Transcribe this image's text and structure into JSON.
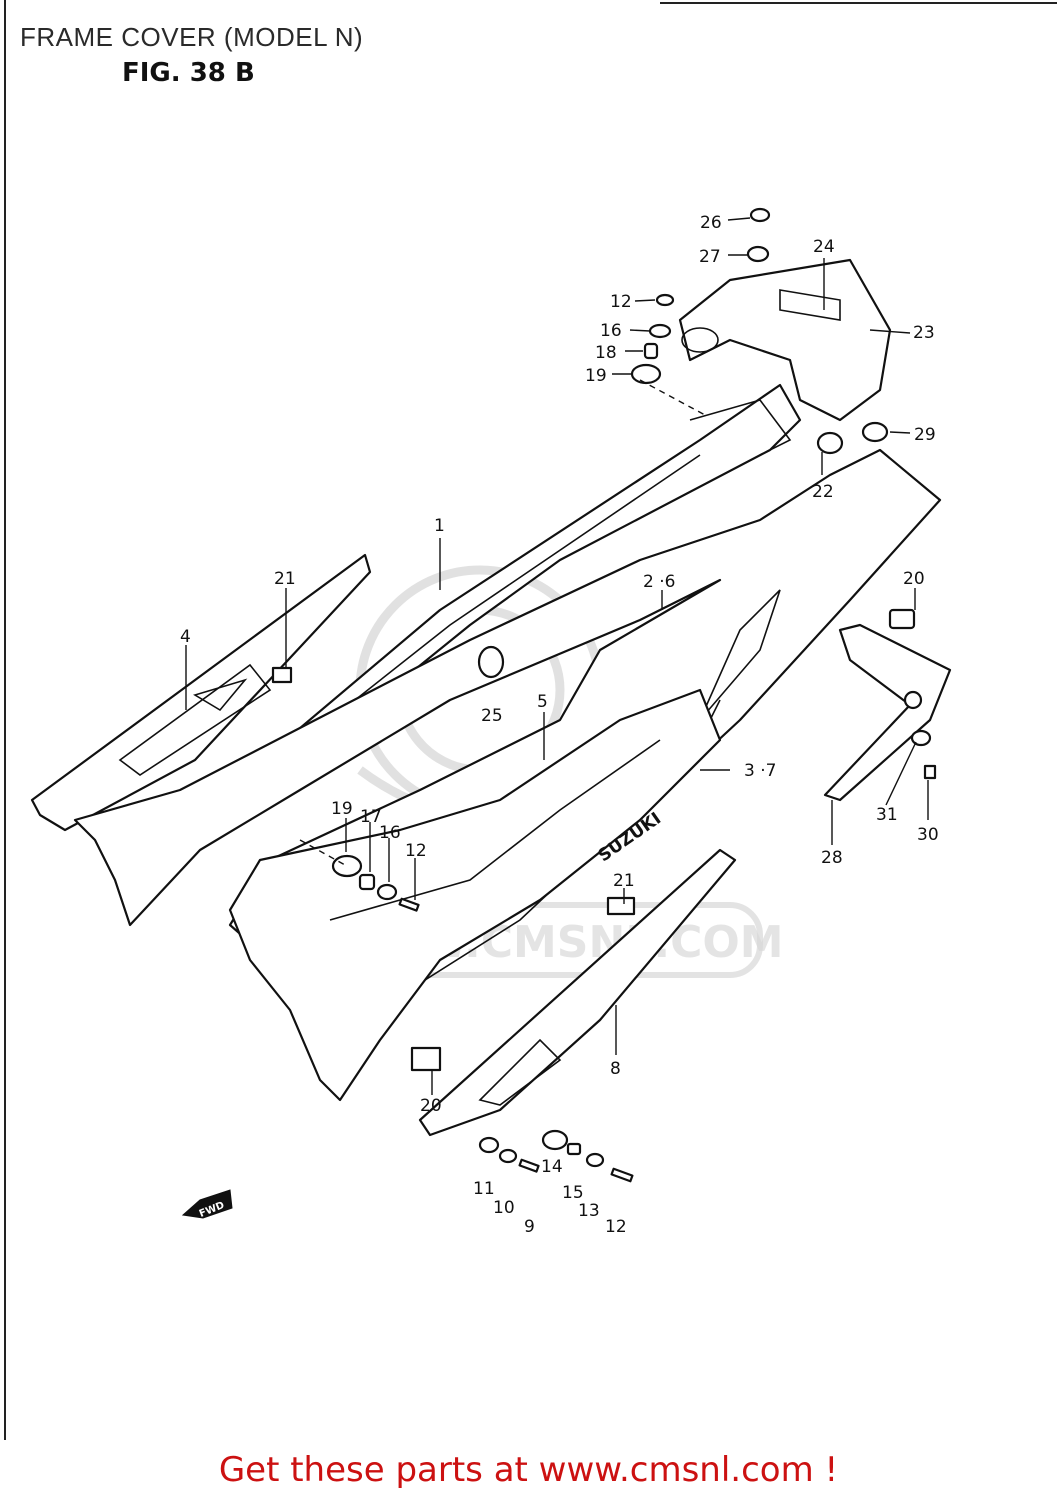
{
  "header": {
    "title": "FRAME COVER (MODEL N)",
    "figure": "FIG. 38 B"
  },
  "diagram": {
    "fwd_badge": "FWD",
    "brand_decal": "SUZUKI",
    "callouts": {
      "c1": "1",
      "c2_6": "2 ·6",
      "c3_7": "3 ·7",
      "c4": "4",
      "c5": "5",
      "c8": "8",
      "c9": "9",
      "c10": "10",
      "c11": "11",
      "c12a": "12",
      "c12b": "12",
      "c12c": "12",
      "c13": "13",
      "c14": "14",
      "c15": "15",
      "c16a": "16",
      "c16b": "16",
      "c17": "17",
      "c18": "18",
      "c19a": "19",
      "c19b": "19",
      "c20a": "20",
      "c20b": "20",
      "c21a": "21",
      "c21b": "21",
      "c22": "22",
      "c23": "23",
      "c24": "24",
      "c25": "25",
      "c26": "26",
      "c27": "27",
      "c28": "28",
      "c29": "29",
      "c30": "30",
      "c31": "31"
    }
  },
  "watermark": {
    "text": "WWW.CMSNL.COM"
  },
  "footer": {
    "cta": "Get these parts at www.cmsnl.com !",
    "cta_color": "#cc1111"
  }
}
